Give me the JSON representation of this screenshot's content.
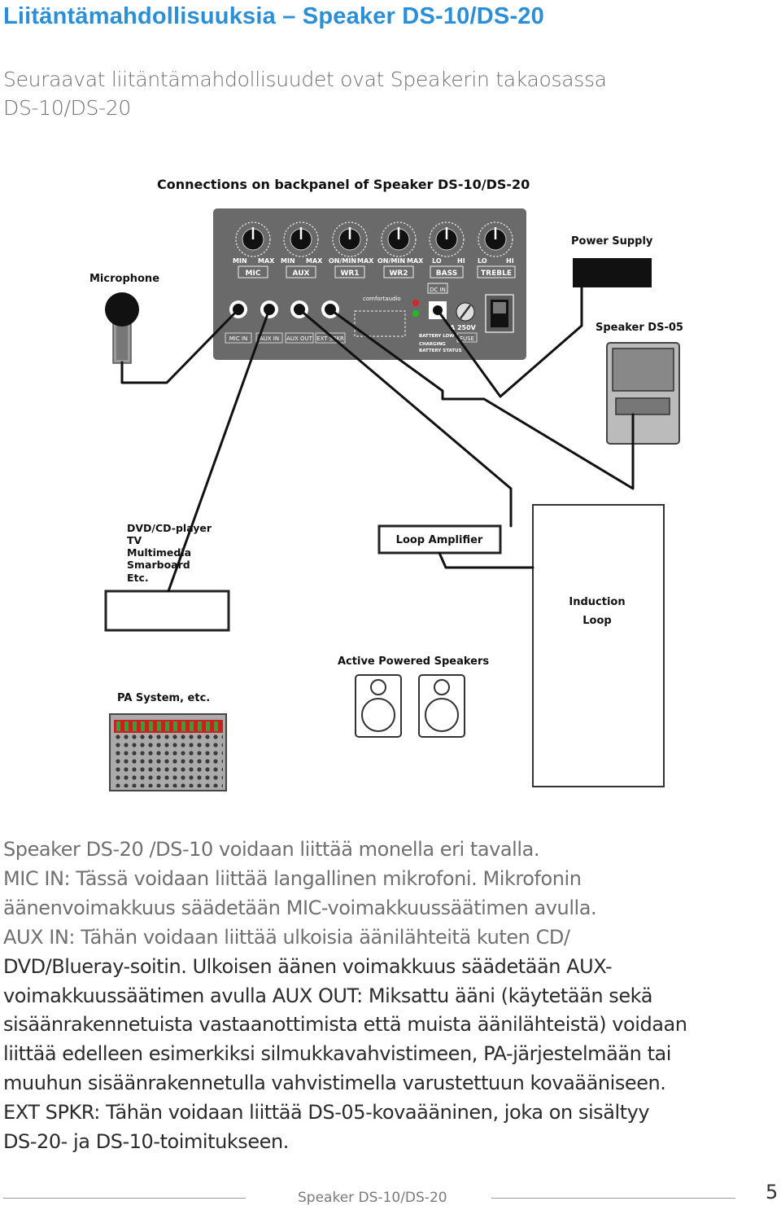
{
  "header": {
    "title": "Liitäntämahdollisuuksia – Speaker DS-10/DS-20",
    "intro_lines": [
      "Seuraavat liitäntämahdollisuudet ovat Speakerin takaosassa",
      "DS-10/DS-20"
    ]
  },
  "figure": {
    "title": "Connections on backpanel of Speaker DS-10/DS-20",
    "knob_labels": [
      {
        "left": "MIN",
        "right": "MAX",
        "name": "MIC"
      },
      {
        "left": "MIN",
        "right": "MAX",
        "name": "AUX"
      },
      {
        "left": "ON/MIN",
        "right": "MAX",
        "name": "WR1"
      },
      {
        "left": "ON/MIN",
        "right": "MAX",
        "name": "WR2"
      },
      {
        "left": "LO",
        "right": "HI",
        "name": "BASS"
      },
      {
        "left": "LO",
        "right": "HI",
        "name": "TREBLE"
      }
    ],
    "jack_labels": [
      "MIC IN",
      "AUX IN",
      "AUX OUT",
      "EXT SPKR"
    ],
    "dc_in": "DC IN",
    "fuse_rating": "A 250V",
    "fuse": "FUSE",
    "brand": "comfortaudio",
    "battery_low": "BATTERY LOW",
    "charging": "CHARGING",
    "battery_status": "BATTERY STATUS",
    "microphone": "Microphone",
    "power_supply": "Power Supply",
    "speaker_ds05": "Speaker DS-05",
    "sources": [
      "DVD/CD-player",
      "TV",
      "Multimedia",
      "Smarboard",
      "Etc."
    ],
    "loop_amplifier": "Loop Amplifier",
    "induction_loop": [
      "Induction",
      "Loop"
    ],
    "active_speakers": "Active Powered Speakers",
    "pa_system": "PA System, etc."
  },
  "body": {
    "lines": [
      "Speaker DS-20 /DS-10 voidaan liittää monella eri tavalla.",
      "MIC IN: Tässä voidaan liittää langallinen mikrofoni. Mikrofonin",
      "äänenvoimakkuus säädetään MIC-voimakkuussäätimen avulla.",
      "AUX IN: Tähän voidaan liittää ulkoisia äänilähteitä kuten CD/",
      "DVD/Blueray-soitin. Ulkoisen äänen voimakkuus säädetään AUX-",
      "voimakkuussäätimen avulla AUX OUT: Miksattu ääni (käytetään sekä",
      "sisäänrakennetuista vastaanottimista että muista äänilähteistä) voidaan",
      "liittää edelleen esimerkiksi silmukkavahvistimeen, PA-järjestelmään tai",
      "muuhun sisäänrakennetulla vahvistimella varustettuun kovaääniseen.",
      "EXT SPKR: Tähän voidaan liittää DS-05-kovaääninen, joka on sisältyy",
      "DS-20- ja DS-10-toimitukseen."
    ]
  },
  "footer": {
    "title": "Speaker DS-10/DS-20",
    "page_number": "5"
  }
}
